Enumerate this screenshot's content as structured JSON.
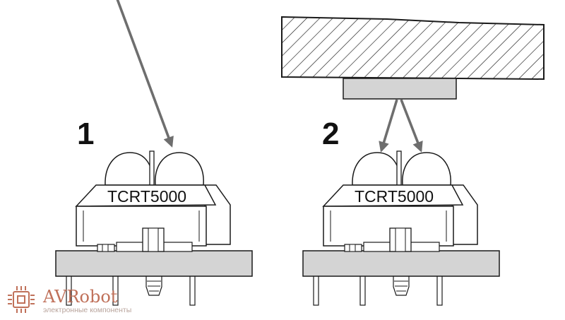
{
  "scenario1": {
    "number": "1",
    "sensor_label": "TCRT5000"
  },
  "scenario2": {
    "number": "2",
    "sensor_label": "TCRT5000"
  },
  "watermark": {
    "brand": "AVRobot",
    "tagline": "электронные компоненты"
  },
  "colors": {
    "beam": "#6e6e6e",
    "board": "#d4d4d4",
    "outline": "#1a1a1a",
    "brand": "#c0715a"
  }
}
